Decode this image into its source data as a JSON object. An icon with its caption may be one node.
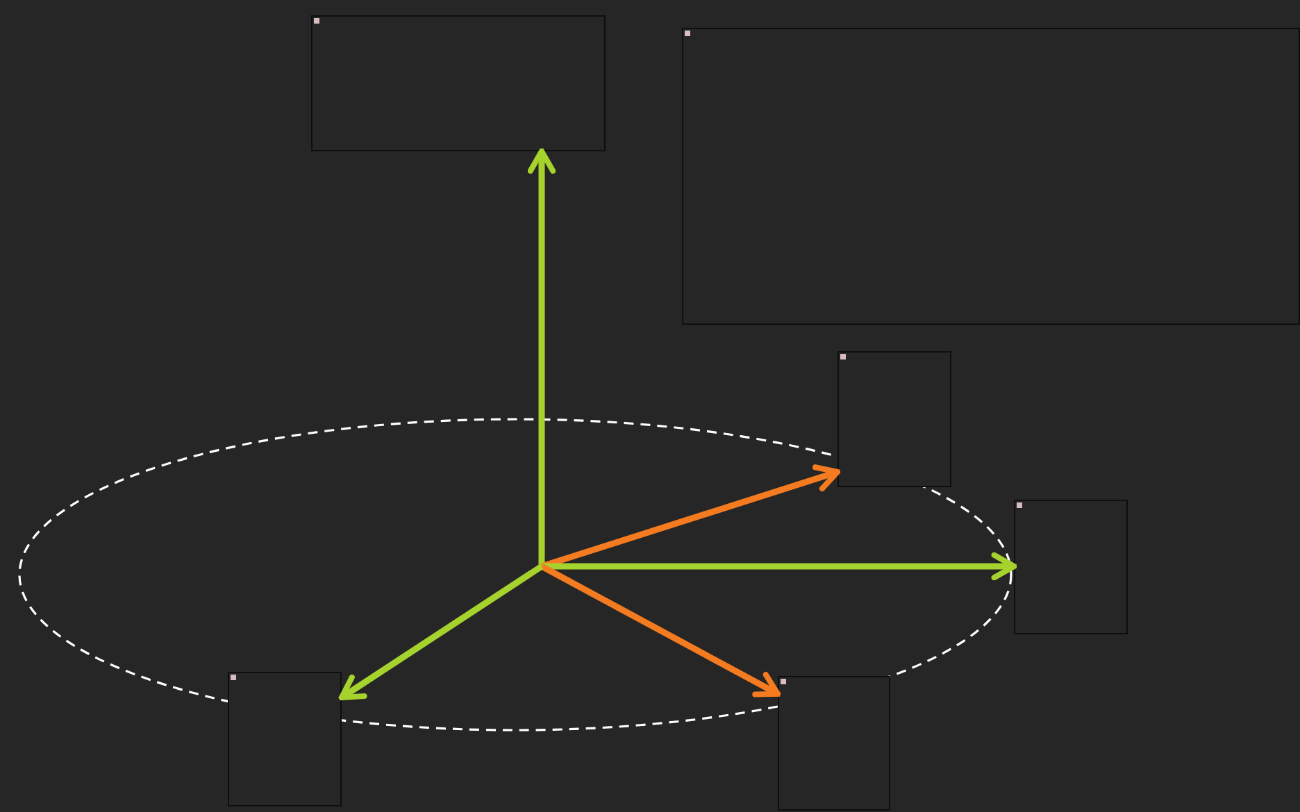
{
  "diagram": {
    "nodes": [
      {
        "text": [],
        "shape": "box"
      },
      {
        "text": [],
        "shape": "box"
      },
      {
        "text": [],
        "shape": "box"
      },
      {
        "text": [],
        "shape": "box"
      },
      {
        "text": [],
        "shape": "box"
      },
      {
        "text": [],
        "shape": "box"
      }
    ],
    "edges": [
      {
        "from": null,
        "to": 0,
        "arrow": "to"
      },
      {
        "from": null,
        "to": 2,
        "arrow": "to",
        "color": "#f47b20"
      },
      {
        "from": null,
        "to": 3,
        "arrow": "to"
      },
      {
        "from": null,
        "to": 5,
        "arrow": "to",
        "color": "#f47b20"
      },
      {
        "from": null,
        "to": 4,
        "arrow": "to"
      }
    ]
  }
}
